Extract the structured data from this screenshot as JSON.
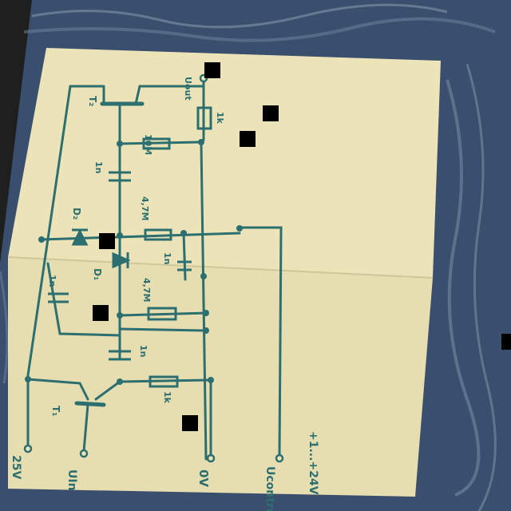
{
  "photo": {
    "subject": "hand-drawn-circuit-schematic-on-folded-paper",
    "colors": {
      "background_cloth": "#3a4f6e",
      "cloth_highlight": "#8fa3b8",
      "paper": "#ece4b8",
      "paper_shade": "#d9d2a5",
      "ink": "#2c6f70",
      "frame": "#1f1f1f"
    }
  },
  "schematic": {
    "labels": {
      "u_out": "Uout",
      "t2": "T₂",
      "r_1k_top": "1k",
      "r_10m": "10M",
      "c_1n_top": "1n",
      "d2": "D₂",
      "r_47m_top": "4,7M",
      "c_1n_mid": "1n",
      "d1": "D₁",
      "c_1n_left": "1n",
      "r_47m_mid": "4,7M",
      "c_1n_low": "1n",
      "r_1k_bottom": "1k",
      "t1": "T₁",
      "v25": "25V",
      "u_in": "UIn",
      "zero_v": "0V",
      "u_control": "Ucontrol",
      "range": "+1...+24V"
    }
  }
}
